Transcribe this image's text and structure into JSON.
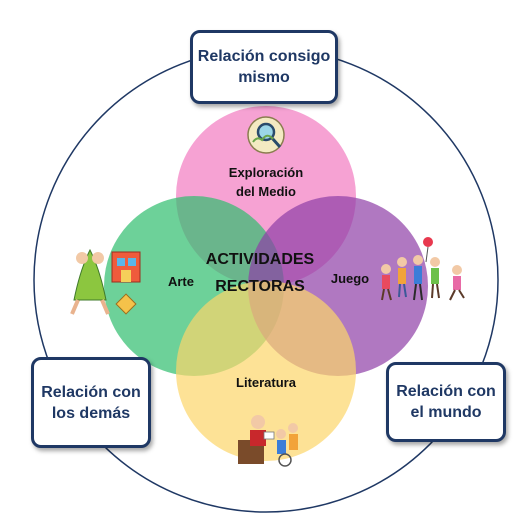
{
  "center": {
    "line1": "ACTIVIDADES",
    "line2": "RECTORAS"
  },
  "circles": {
    "top": {
      "line1": "Exploración",
      "line2": "del Medio",
      "color": "#f27ac0"
    },
    "left": {
      "label": "Arte",
      "color": "#2fbe6d"
    },
    "right": {
      "label": "Juego",
      "color": "#8e3ea6"
    },
    "bottom": {
      "label": "Literatura",
      "color": "#fcd56a"
    }
  },
  "boxes": {
    "top": {
      "line1": "Relación consigo",
      "line2": "mismo"
    },
    "left": {
      "line1": "Relación con",
      "line2": "los demás"
    },
    "right": {
      "line1": "Relación con",
      "line2": "el mundo"
    }
  },
  "colors": {
    "outline": "#1f3864",
    "ring": "#1f3864"
  },
  "icons": {
    "top": "magnifier-icon",
    "left": "art-supplies-icon",
    "right": "playing-children-icon",
    "bottom": "reading-teacher-icon"
  }
}
